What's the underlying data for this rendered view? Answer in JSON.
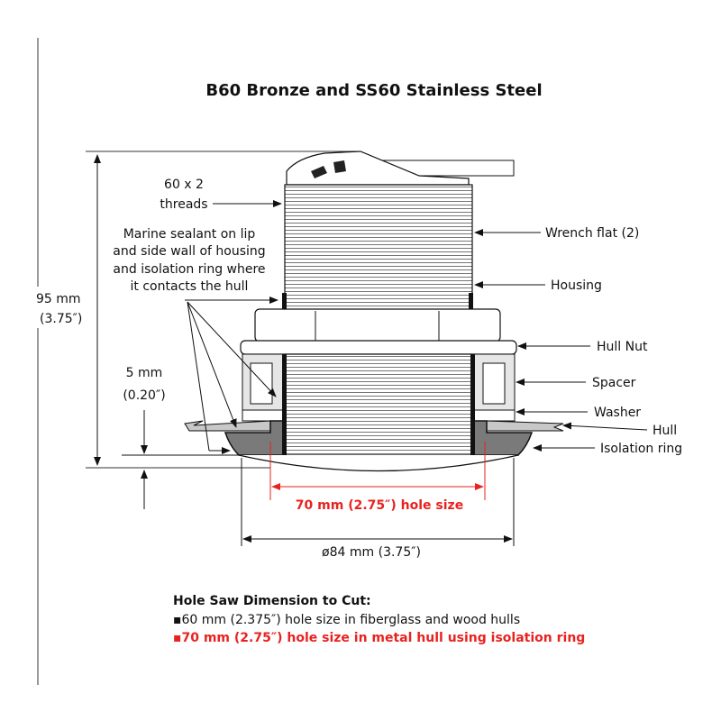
{
  "title": "B60 Bronze and SS60 Stainless Steel",
  "labels": {
    "threads_1": "60 x 2",
    "threads_2": "threads",
    "sealant": [
      "Marine sealant on lip",
      "and side wall of housing",
      "and isolation ring where",
      "it contacts the hull"
    ],
    "height_mm": "95 mm",
    "height_in": "(3.75″)",
    "lip_mm": "5 mm",
    "lip_in": "(0.20″)",
    "wrench_flat": "Wrench flat (2)",
    "housing": "Housing",
    "hull_nut": "Hull Nut",
    "spacer": "Spacer",
    "washer": "Washer",
    "hull": "Hull",
    "isolation_ring": "Isolation ring",
    "hole_size_red": "70 mm (2.75″) hole size",
    "diameter": "ø84 mm (3.75″)"
  },
  "notes": {
    "heading": "Hole Saw Dimension to Cut:",
    "items": [
      "▪60 mm (2.375″) hole size in fiberglass and wood hulls",
      "▪70 mm (2.75″) hole size in metal hull using isolation ring"
    ]
  },
  "colors": {
    "accent_red": "#e8231f",
    "ring_gray": "#7a7a7a",
    "hull_gray": "#c8c8c8",
    "spacer_gray": "#e6e6e6"
  }
}
